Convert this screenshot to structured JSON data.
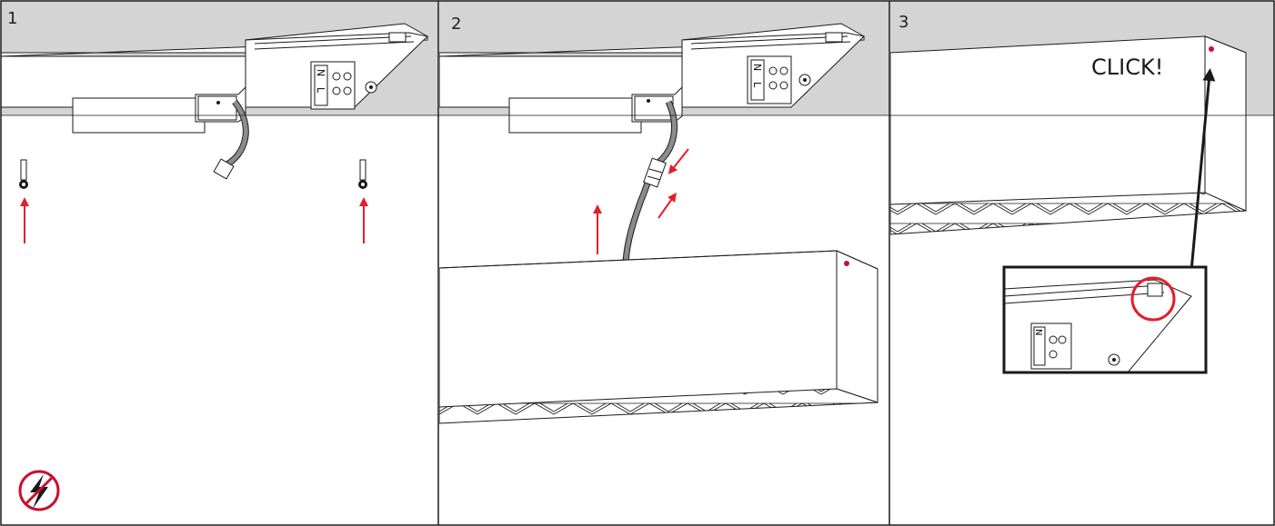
{
  "steps": [
    {
      "number": "1"
    },
    {
      "number": "2"
    },
    {
      "number": "3",
      "callout": "CLICK!"
    }
  ],
  "terminal_labels": {
    "n": "N",
    "l": "L"
  },
  "colors": {
    "ceiling": "#d4d4d4",
    "frame": "#1a1a1a",
    "arrow_red": "#e41e2b",
    "marker_red": "#c8102e"
  },
  "icons": [
    "no-power-icon"
  ]
}
